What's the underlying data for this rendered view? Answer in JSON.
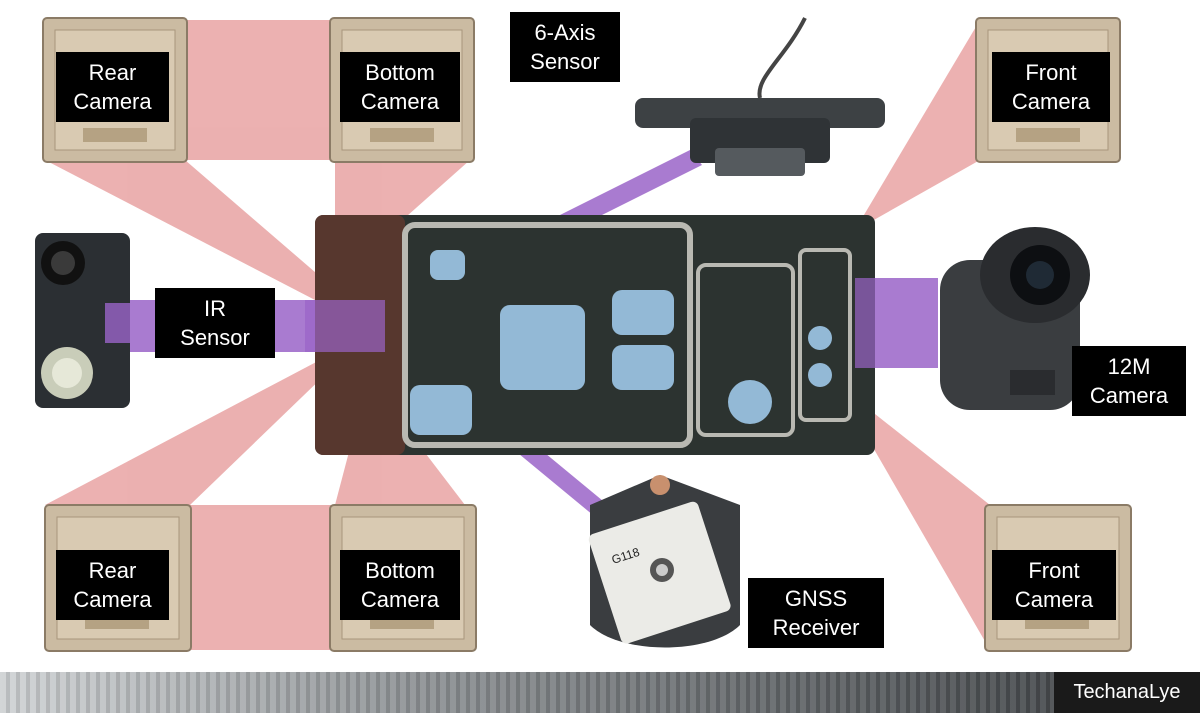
{
  "labels": {
    "rear_camera_top": [
      "Rear",
      "Camera"
    ],
    "bottom_camera_top": [
      "Bottom",
      "Camera"
    ],
    "six_axis_sensor": [
      "6-Axis",
      "Sensor"
    ],
    "front_camera_top": [
      "Front",
      "Camera"
    ],
    "ir_sensor": [
      "IR",
      "Sensor"
    ],
    "main_camera": [
      "12M",
      "Camera"
    ],
    "rear_camera_bottom": [
      "Rear",
      "Camera"
    ],
    "bottom_camera_bottom": [
      "Bottom",
      "Camera"
    ],
    "gnss_receiver": [
      "GNSS",
      "Receiver"
    ],
    "front_camera_bottom": [
      "Front",
      "Camera"
    ]
  },
  "board_marking": "G118",
  "brand": "TechanaLye",
  "colors": {
    "fov_fill": "#e9a6a6",
    "link_purple": "#9a64c8",
    "board_green": "#2c3330",
    "thermal_blue": "#9fc8e8",
    "label_bg": "#000000",
    "label_text": "#ffffff"
  }
}
